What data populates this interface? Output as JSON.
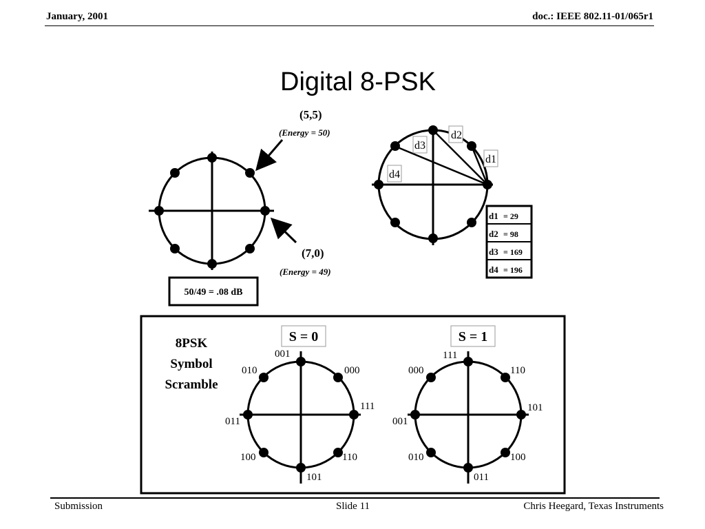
{
  "header": {
    "left": "January, 2001",
    "right": "doc.: IEEE 802.11-01/065r1"
  },
  "title": "Digital 8-PSK",
  "energy_diagram": {
    "point_a": {
      "coord": "(5,5)",
      "energy": "(Energy = 50)"
    },
    "point_b": {
      "coord": "(7,0)",
      "energy": "(Energy = 49)"
    },
    "ratio": "50/49 = .08 dB"
  },
  "distance_diagram": {
    "labels": [
      "d1",
      "d2",
      "d3",
      "d4"
    ],
    "table": [
      {
        "label": "d1",
        "value": "= 29"
      },
      {
        "label": "d2",
        "value": "= 98"
      },
      {
        "label": "d3",
        "value": "= 169"
      },
      {
        "label": "d4",
        "value": "= 196"
      }
    ]
  },
  "scramble_panel": {
    "heading": [
      "8PSK",
      "Symbol",
      "Scramble"
    ],
    "s0": {
      "title": "S = 0",
      "labels": {
        "top": "001",
        "top_right": "000",
        "right": "111",
        "bottom_right": "110",
        "bottom": "101",
        "bottom_left": "100",
        "left": "011",
        "top_left": "010"
      }
    },
    "s1": {
      "title": "S = 1",
      "labels": {
        "top": "111",
        "top_right": "110",
        "right": "101",
        "bottom_right": "100",
        "bottom": "011",
        "bottom_left": "010",
        "left": "001",
        "top_left": "000"
      }
    }
  },
  "footer": {
    "left": "Submission",
    "center": "Slide 11",
    "right": "Chris Heegard, Texas Instruments"
  }
}
